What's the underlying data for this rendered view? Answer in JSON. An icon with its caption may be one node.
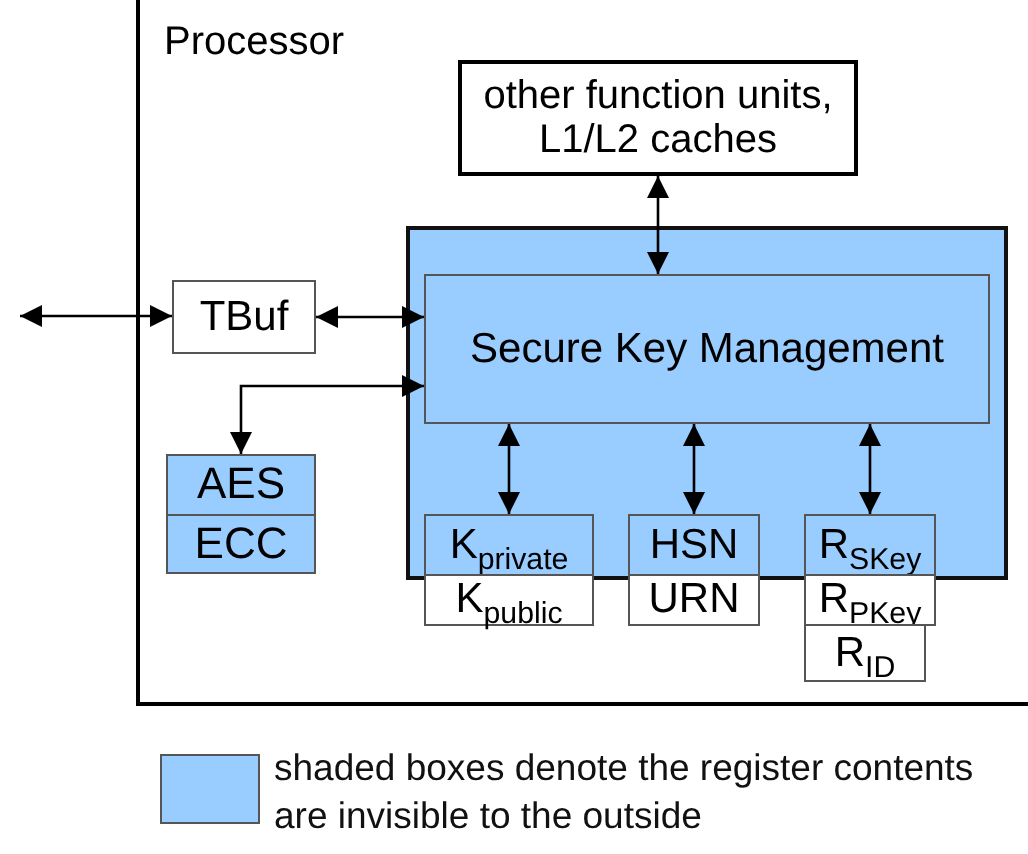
{
  "diagram": {
    "nodes": [
      {
        "text": [
          "Processor"
        ]
      },
      {
        "text": [
          "other function units, L1/L2 caches"
        ],
        "in": 0
      },
      {
        "text": [],
        "shape": "box",
        "in": 0
      },
      {
        "text": [
          "Secure Key Management"
        ],
        "in": 2
      },
      {
        "text": [
          "TBuf"
        ],
        "in": 0
      },
      {
        "text": [
          "AES"
        ],
        "in": 0
      },
      {
        "text": [
          "ECC"
        ],
        "in": 0
      },
      {
        "text": [
          "K$_{private}$"
        ],
        "in": 2
      },
      {
        "text": [
          "K$_{public}$"
        ],
        "in": 0
      },
      {
        "text": [
          "HSN"
        ],
        "in": 2
      },
      {
        "text": [
          "URN"
        ],
        "in": 0
      },
      {
        "text": [
          "R$_{SKey}$"
        ],
        "in": 2
      },
      {
        "text": [
          "R$_{PKey}$"
        ],
        "in": 0
      },
      {
        "text": [
          "R$_{ID}$"
        ],
        "in": 0
      }
    ],
    "edges": [
      {
        "from": null,
        "to": 4,
        "arrow": "both"
      },
      {
        "from": 4,
        "to": 3,
        "arrow": "both"
      },
      {
        "from": 3,
        "to": 5,
        "arrow": "both"
      },
      {
        "from": 1,
        "to": 3,
        "arrow": "both"
      },
      {
        "from": 3,
        "to": 7,
        "arrow": "both"
      },
      {
        "from": 3,
        "to": 9,
        "arrow": "both"
      },
      {
        "from": 3,
        "to": 11,
        "arrow": "both"
      }
    ],
    "legend": [
      {
        "text": "shaded boxes denote the register contents are invisible to the outside",
        "color": "#99ccff"
      }
    ]
  }
}
